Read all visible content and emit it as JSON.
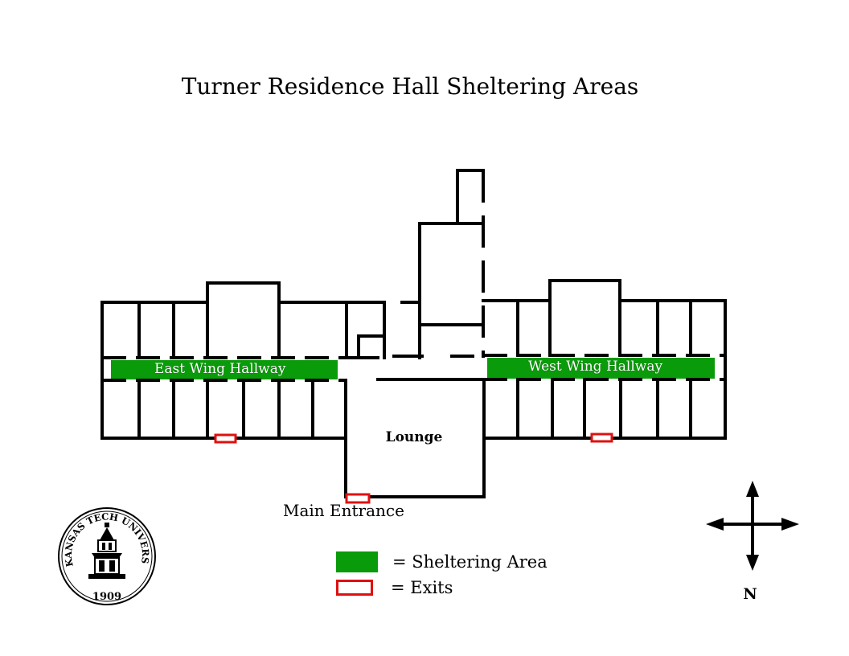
{
  "title": "Turner Residence Hall Sheltering Areas",
  "areas": {
    "east_wing": "East Wing Hallway",
    "west_wing": "West Wing Hallway",
    "lounge": "Lounge",
    "main_entrance": "Main Entrance"
  },
  "legend": {
    "sheltering": "= Sheltering Area",
    "exits": "= Exits"
  },
  "compass": {
    "north": "N"
  },
  "seal": {
    "text": "ARKANSAS TECH UNIVERSITY",
    "year": "1909"
  },
  "colors": {
    "sheltering": "#0a9b0a",
    "exit": "#e01010",
    "walls": "#000000"
  },
  "icons": {
    "compass": "compass-arrows-icon",
    "seal": "university-seal-icon"
  }
}
